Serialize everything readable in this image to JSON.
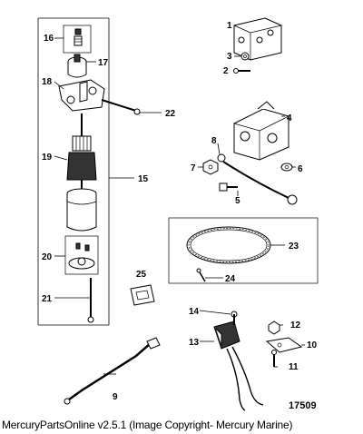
{
  "callouts": [
    "1",
    "2",
    "3",
    "4",
    "5",
    "6",
    "7",
    "8",
    "9",
    "10",
    "11",
    "12",
    "13",
    "14",
    "15",
    "16",
    "17",
    "18",
    "19",
    "20",
    "21",
    "22",
    "23",
    "24",
    "25"
  ],
  "figure_number": "17509",
  "caption": "MercuryPartsOnline v2.5.1 (Image Copyright- Mercury Marine)"
}
